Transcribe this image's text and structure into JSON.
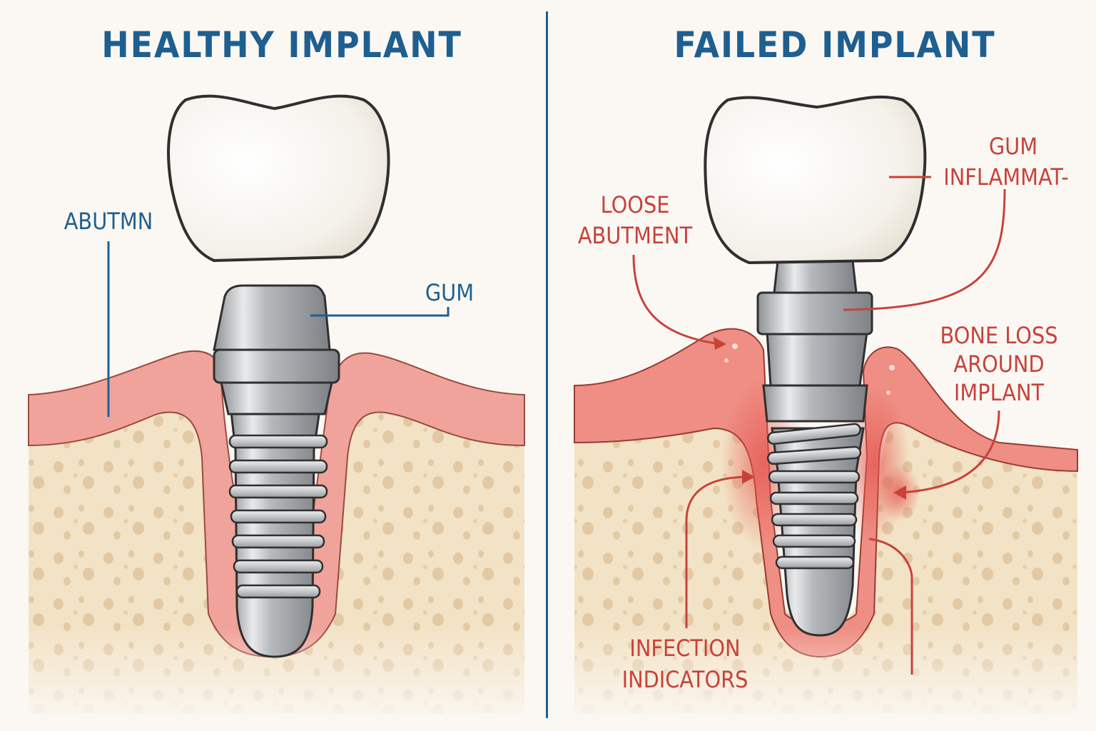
{
  "colors": {
    "background": "#fbf8f4",
    "title_blue": "#1f5f90",
    "label_red": "#c8423a",
    "gum": "#f0a39a",
    "gum_inflamed": "#e8716a",
    "bone": "#f3e3c6",
    "bone_pore": "#d8b98f",
    "metal": "#b9bcbf",
    "crown": "#f7f4ee"
  },
  "left_panel": {
    "title": "HEALTHY IMPLANT",
    "labels": [
      {
        "id": "abutment",
        "text": "ABUTMN"
      },
      {
        "id": "gum",
        "text": "GUM"
      }
    ]
  },
  "right_panel": {
    "title": "FAILED IMPLANT",
    "labels": [
      {
        "id": "loose_abutment",
        "line1": "LOOSE",
        "line2": "ABUTMENT"
      },
      {
        "id": "gum_inflammation",
        "line1": "GUM",
        "line2": "INFLAMMAT-"
      },
      {
        "id": "bone_loss",
        "line1": "BONE LOSS",
        "line2": "AROUND",
        "line3": "IMPLANT"
      },
      {
        "id": "infection",
        "line1": "INFECTION",
        "line2": "INDICATORS"
      }
    ]
  }
}
